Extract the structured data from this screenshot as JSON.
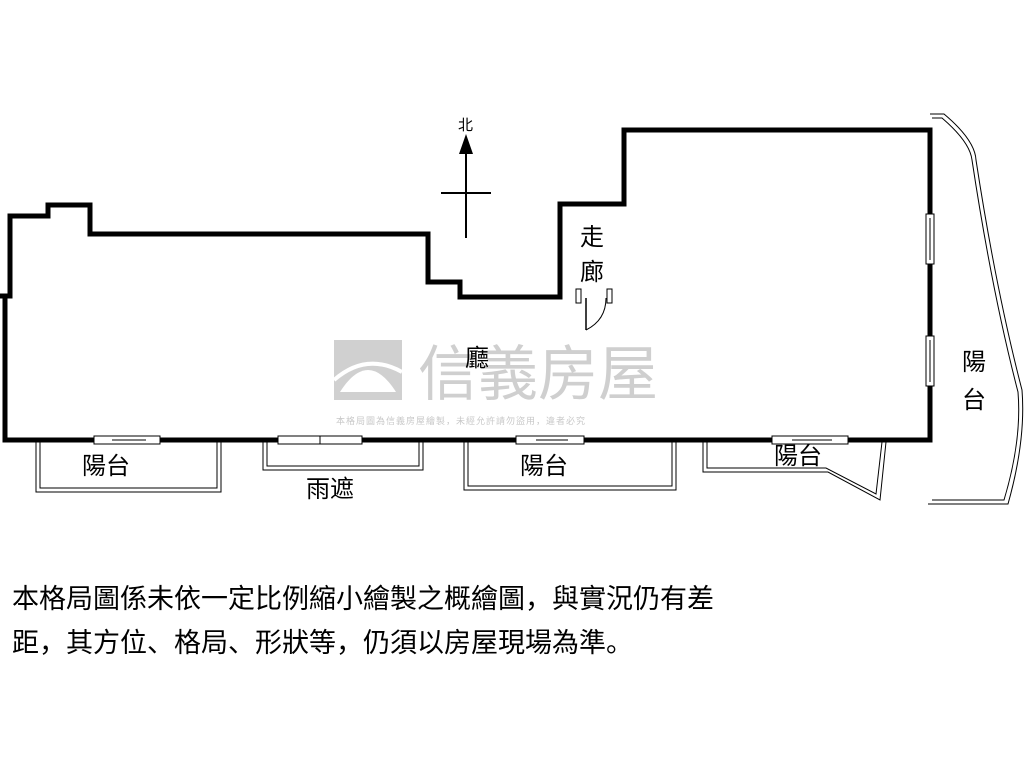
{
  "compass": {
    "label": "北"
  },
  "rooms": {
    "corridor_line1": "走",
    "corridor_line2": "廊",
    "living": "廳",
    "balcony_right_line1": "陽",
    "balcony_right_line2": "台",
    "balcony_1": "陽台",
    "canopy": "雨遮",
    "balcony_2": "陽台",
    "balcony_3": "陽台"
  },
  "watermark": {
    "brand": "信義房屋",
    "notice": "本格局圖為信義房屋繪製，未經允許請勿盜用，違者必究",
    "brand_color": "#cfcfcf"
  },
  "disclaimer": {
    "line1": "本格局圖係未依一定比例縮小繪製之概繪圖，與實況仍有差",
    "line2": "距，其方位、格局、形狀等，仍須以房屋現場為準。"
  }
}
